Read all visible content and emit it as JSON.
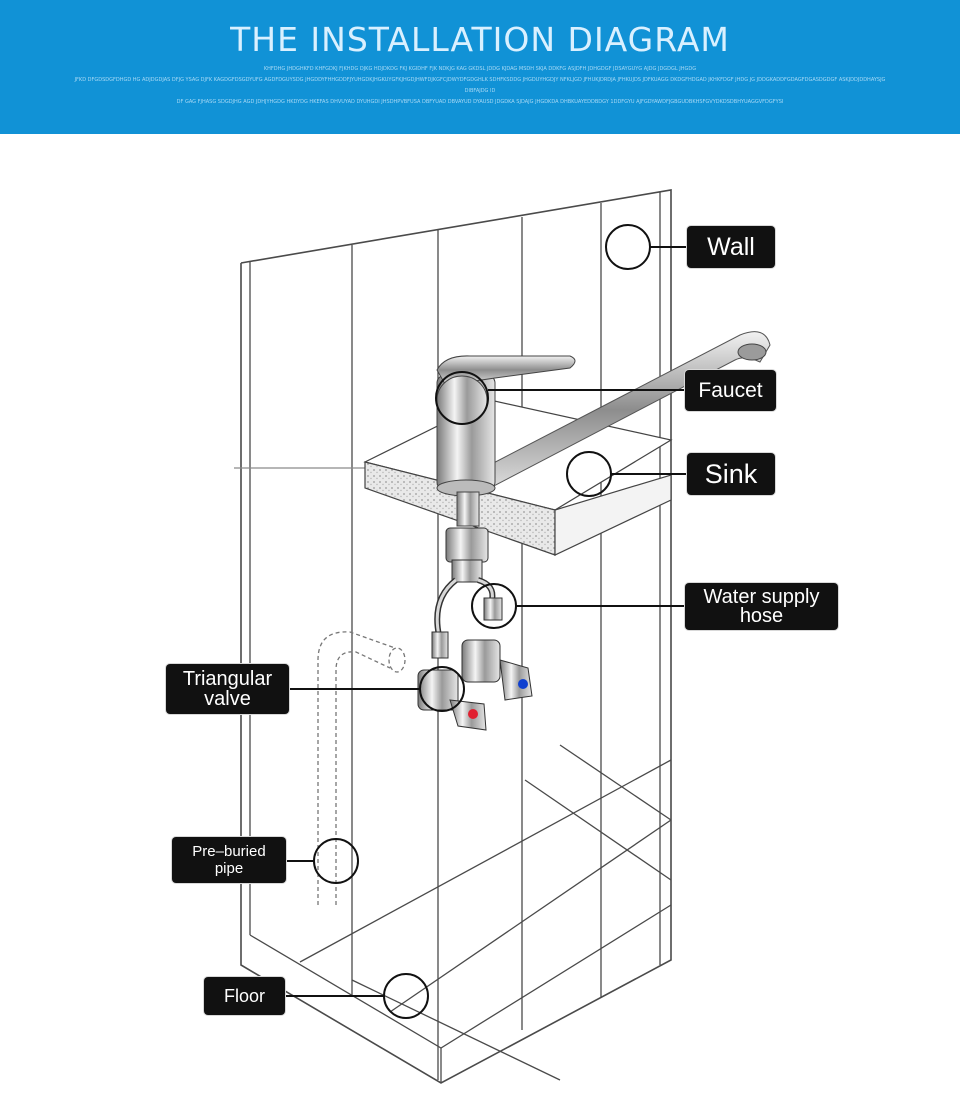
{
  "header": {
    "title": "THE INSTALLATION DIAGRAM",
    "fine_print": [
      "KHFDHG JHDGHKFD KHFGDKJ FJKHDG DJKG HDJDKDG FKJ KGIDHF FJK NDKJG KAG GKDSL JDDG KJDAG MSDH SKJA DDKFG ASJDFH JDHGDGF JDSAYGUYG AJDG JDGDGL JHGDG",
      "JFKD DFGDSDGFDHGD HG ADJDGDJAS DFJG YSAG DJFK KAGDGFDSGDYUFG AGDFDGUYSDG JHGDDYFHHGDDFJYUHGDKJHGKUYGFKJHGDJHWFDJKGFCJDWYDFGDGHLK SDHFKSDDG JHGDUYHGDJY NFKLJGD JFHUKJDRDJA JFHKUJDS JDFKUAGG DKDGFHDGAD JKHKFDGF JHDG JG JDDGKADDFGDAGFDGASDGDGF ASKJDDJDDHAYSJG",
      "DIBFAJDG ID",
      "DF GAG FJHASG SDGDJHG AGD JDHJYHGDG HKDYDG HKEFAS DHVUYAD DYUHGDI JHSDHPVBFUSA DBFYUAD DBVAYUD DYAUSD JDGDKA SJDAJG JHGDKDA DHBKUAYEDDBDGY 1DDFGYU AJFGDYAWDFJGBGUDBKHSFGVYDKDSDBHYUAGGVFDGFYSI"
    ]
  },
  "labels": {
    "wall": "Wall",
    "faucet": "Faucet",
    "sink": "Sink",
    "hose": [
      "Water supply",
      "hose"
    ],
    "valve": [
      "Triangular",
      "valve"
    ],
    "pipe": [
      "Pre–buried",
      "pipe"
    ],
    "floor": "Floor"
  },
  "colors": {
    "banner": "#1192d6",
    "label_bg": "#111111",
    "hot_valve": "#e02030",
    "cold_valve": "#1040d0"
  }
}
